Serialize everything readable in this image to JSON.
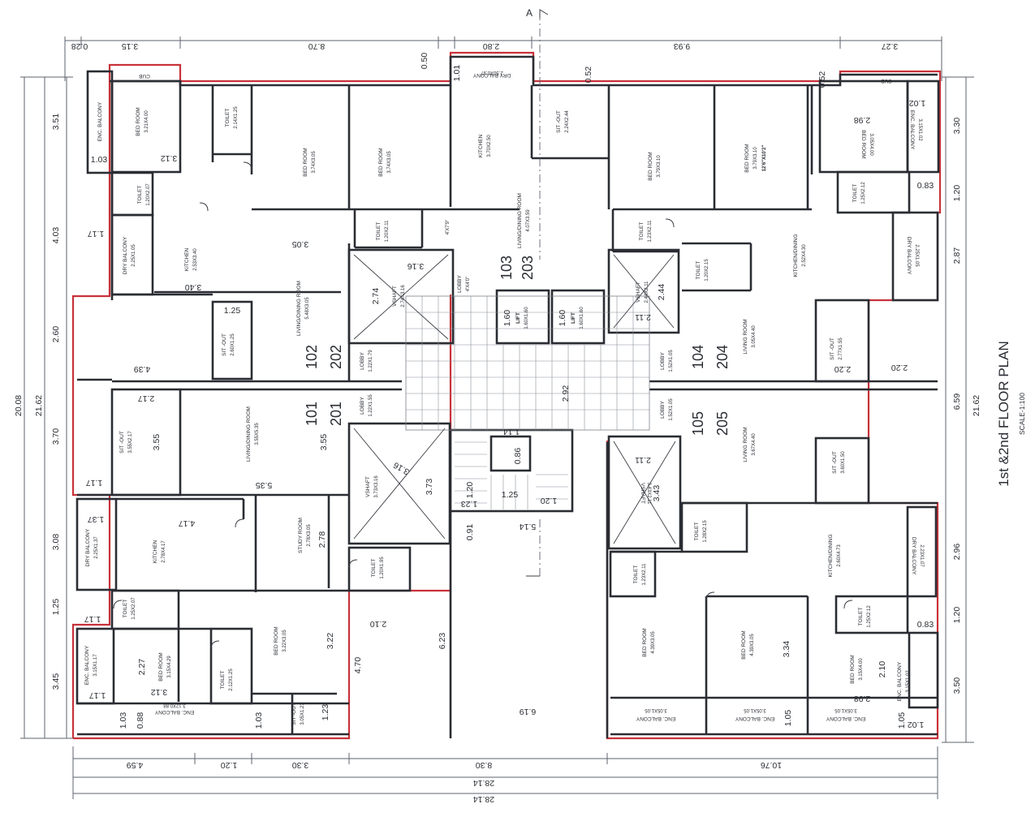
{
  "title": "1st &2nd FLOOR PLAN",
  "scale": "SCALE-1:100",
  "section_mark": "A",
  "units": {
    "u101": "101",
    "u201": "201",
    "u102": "102",
    "u202": "202",
    "u103": "103",
    "u203": "203",
    "u104": "104",
    "u204": "204",
    "u105": "105",
    "u205": "205"
  },
  "rooms": {
    "enc_balcony_nw": "ENC. BALCONY",
    "bed_nw": "BED ROOM",
    "bed_nw_size": "3.21X4.00",
    "toilet_nw": "TOILET",
    "toilet_nw_size": "2.14X1.25",
    "bed_n1": "BED ROOM",
    "bed_n1_size": "3.74X3.05",
    "bed_n2": "BED ROOM",
    "bed_n2_size": "3.74X3.05",
    "kitchen_n": "KITCHEN",
    "kitchen_n_size": "3.70X2.50",
    "dry_balcony_n": "DRY BALCONY",
    "dry_balcony_n_size": "2.50X0.97",
    "sitout_n": "SIT -OUT",
    "sitout_n_size": "2.24X2.44",
    "bed_ne1": "BED ROOM",
    "bed_ne1_size": "3.79X3.10",
    "bed_ne2": "BED ROOM",
    "bed_ne2_size": "3.79X3.10",
    "bed_ne2_note": "12'6\"X10'2\"",
    "bed_ne": "BED ROOM",
    "bed_ne_size": "3.05X4.00",
    "enc_balcony_ne": "ENC. BALCONY",
    "enc_balcony_ne_size": "3.15X1.02",
    "toilet_w1": "TOILET",
    "toilet_w1_size": "1.20X2.07",
    "dry_balcony_w": "DRY BALCONY",
    "dry_balcony_w_size": "2.25X1.05",
    "kitchen_w": "KITCHEN",
    "kitchen_w_size": "2.53X3.40",
    "living_102": "LIVING/DINING ROOM",
    "living_102_size": "5.48X3.05",
    "toilet_102": "TOILET",
    "toilet_102_size": "1.20X2.11",
    "living_103": "LIVING/DINING ROOM",
    "living_103_size": "4.07X3.59",
    "living_103_imp": "4'X7'9\"",
    "lobby_103": "LOBBY",
    "lobby_103_size": "4'X4'0\"",
    "vshaft_1": "VSHAFT",
    "vshaft_1_size": "2.74X3.16",
    "vshaft_2": "VSHAFT",
    "vshaft_2_size": "2.44X2.11",
    "toilet_ne_c": "TOILET",
    "toilet_ne_c_size": "1.23X2.11",
    "toilet_e1": "TOILET",
    "toilet_e1_size": "1.20X2.15",
    "kitchen_e": "KITCHEN/DINING",
    "kitchen_e_size": "2.52X4.30",
    "toilet_ne": "TOILET",
    "toilet_ne_size": "1.25X2.12",
    "dry_balcony_e": "DRY BALCONY",
    "dry_balcony_e_size": "2.25X1.05",
    "lift_1": "LIFT",
    "lift_1_size": "1.60X1.60",
    "lift_2": "LIFT",
    "lift_2_size": "1.60X1.60",
    "sitout_102": "SIT -OUT",
    "sitout_102_size": "2.60X1.25",
    "lobby_102": "LOBBY",
    "lobby_102_size": "1.22X1.79",
    "living_104": "LIVING ROOM",
    "living_104_size": "3.05X4.40",
    "lobby_104": "LOBBY",
    "lobby_104_size": "1.52X1.05",
    "sitout_104": "SIT -OUT",
    "sitout_104_size": "2.77X1.55",
    "lobby_101": "LOBBY",
    "lobby_101_size": "1.22X1.55",
    "sitout_101": "SIT -OUT",
    "sitout_101_size": "3.55X2.17",
    "living_101": "LIVING/DINING ROOM",
    "living_101_size": "3.55X5.35",
    "lobby_105": "LOBBY",
    "lobby_105_size": "1.52X1.05",
    "living_105": "LIVING ROOM",
    "living_105_size": "3.67X4.40",
    "sitout_105": "SIT -OUT",
    "sitout_105_size": "3.60X1.50",
    "vshaft_3": "VSHAFT",
    "vshaft_3_size": "3.73X3.16",
    "vshaft_4": "VSHAFT",
    "vshaft_4_size": "3.43X2.11",
    "dry_balcony_sw": "DRY BALCONY",
    "dry_balcony_sw_size": "2.25X1.37",
    "kitchen_sw": "KITCHEN",
    "kitchen_sw_size": "2.78X4.17",
    "study": "STUDY ROOM",
    "study_size": "2.78X3.05",
    "toilet_s1": "TOILET",
    "toilet_s1_size": "1.20X1.95",
    "toilet_se1": "TOILET",
    "toilet_se1_size": "1.28X2.15",
    "kitchen_se": "KITCHEN/DINING",
    "kitchen_se_size": "2.60X4.73",
    "dry_balcony_se": "DRY BALCONY",
    "dry_balcony_se_size": "2.23X1.07",
    "toilet_sw": "TOILET",
    "toilet_sw_size": "1.25X2.07",
    "toilet_se2": "TOILET",
    "toilet_se2_size": "1.23X2.11",
    "toilet_se": "TOILET",
    "toilet_se_size": "1.25X2.12",
    "enc_balcony_sw": "ENC. BALCONY",
    "enc_balcony_sw_size": "3.15X1.17",
    "bed_sw": "BED ROOM",
    "bed_sw_size": "3.15X4.29",
    "toilet_s2": "TOILET",
    "toilet_s2_size": "2.12X1.25",
    "bed_s1": "BED ROOM",
    "bed_s1_size": "3.22X3.05",
    "sitout_s": "SIT -OUT",
    "sitout_s_size": "3.05X1.23",
    "bed_se1": "BED ROOM",
    "bed_se1_size": "4.39X3.05",
    "bed_se2": "BED ROOM",
    "bed_se2_size": "4.39X3.05",
    "bed_se": "BED ROOM",
    "bed_se_size": "3.15X4.00",
    "enc_balcony_se": "ENC. BALCONY",
    "enc_balcony_se_size": "3.15X1.02",
    "enc_balcony_s": "ENC. BALCONY",
    "enc_balcony_s_size": "3.12X0.88",
    "enc_balcony_s1": "ENC. BALCONY",
    "enc_balcony_s1_size": "3.05X1.05",
    "enc_balcony_s2": "ENC. BALCONY",
    "enc_balcony_s2_size": "3.05X1.05",
    "enc_balcony_s3": "ENC. BALCONY",
    "enc_balcony_s3_size": "3.05X1.05",
    "cub": "CUB",
    "cub2": "CUB"
  },
  "dims": {
    "t1": "0.28",
    "t2": "3.15",
    "t3": "8.70",
    "t4": "0.50",
    "t5": "2.80",
    "t6": "1.01",
    "t7": "0.52",
    "t8": "9.93",
    "t9": "0.52",
    "t10": "3.27",
    "b1": "4.59",
    "b2": "1.20",
    "b3": "3.30",
    "b4": "8.30",
    "b5": "10.76",
    "b6": "28.14",
    "b7": "28.14",
    "l_total1": "20.08",
    "l_total2": "21.62",
    "l1": "3.51",
    "l2": "4.03",
    "l3": "2.60",
    "l4": "3.70",
    "l5": "3.08",
    "l6": "1.25",
    "l7": "3.45",
    "r_total": "21.62",
    "r1": "3.30",
    "r2": "1.20",
    "r3": "2.87",
    "r4": "2.20",
    "r5": "6.59",
    "r6": "2.96",
    "r7": "1.20",
    "r8": "3.50",
    "i_103": "1.03",
    "i_312a": "3.12",
    "i_117a": "1.17",
    "i_305": "3.05",
    "i_316a": "3.16",
    "i_274": "2.74",
    "i_125": "1.25",
    "i_340": "3.40",
    "i_439": "4.39",
    "i_217": "2.17",
    "i_355a": "3.55",
    "i_355b": "3.55",
    "i_117b": "1.17",
    "i_535": "5.35",
    "i_137": "1.37",
    "i_417": "4.17",
    "i_278": "2.78",
    "i_117c": "1.17",
    "i_227": "2.27",
    "i_312b": "3.12",
    "i_117d": "1.17",
    "i_103b": "1.03",
    "i_088": "0.88",
    "i_103c": "1.03",
    "i_123": "1.23",
    "i_322": "3.22",
    "i_210": "2.10",
    "i_470": "4.70",
    "i_623": "6.23",
    "i_619": "6.19",
    "i_316b": "3.16",
    "i_373": "3.73",
    "i_160a": "1.60",
    "i_160b": "1.60",
    "i_292": "2.92",
    "i_114": "1.14",
    "i_086": "0.86",
    "i_120a": "1.20",
    "i_125b": "1.25",
    "i_120b": "1.20",
    "i_123b": "1.23",
    "i_091": "0.91",
    "i_514": "5.14",
    "i_244": "2.44",
    "i_211a": "2.11",
    "i_211b": "2.11",
    "i_343": "3.43",
    "i_220": "2.20",
    "i_298a": "2.98",
    "i_102": "1.02",
    "i_083a": "0.83",
    "i_083b": "0.83",
    "i_210b": "2.10",
    "i_298b": "2.98",
    "i_334": "3.34",
    "i_105": "1.05",
    "i_105b": "1.05",
    "i_102b": "1.02"
  },
  "colors": {
    "wall": "#2a2d33",
    "outline_red": "#c8323a",
    "paper": "#ffffff"
  }
}
